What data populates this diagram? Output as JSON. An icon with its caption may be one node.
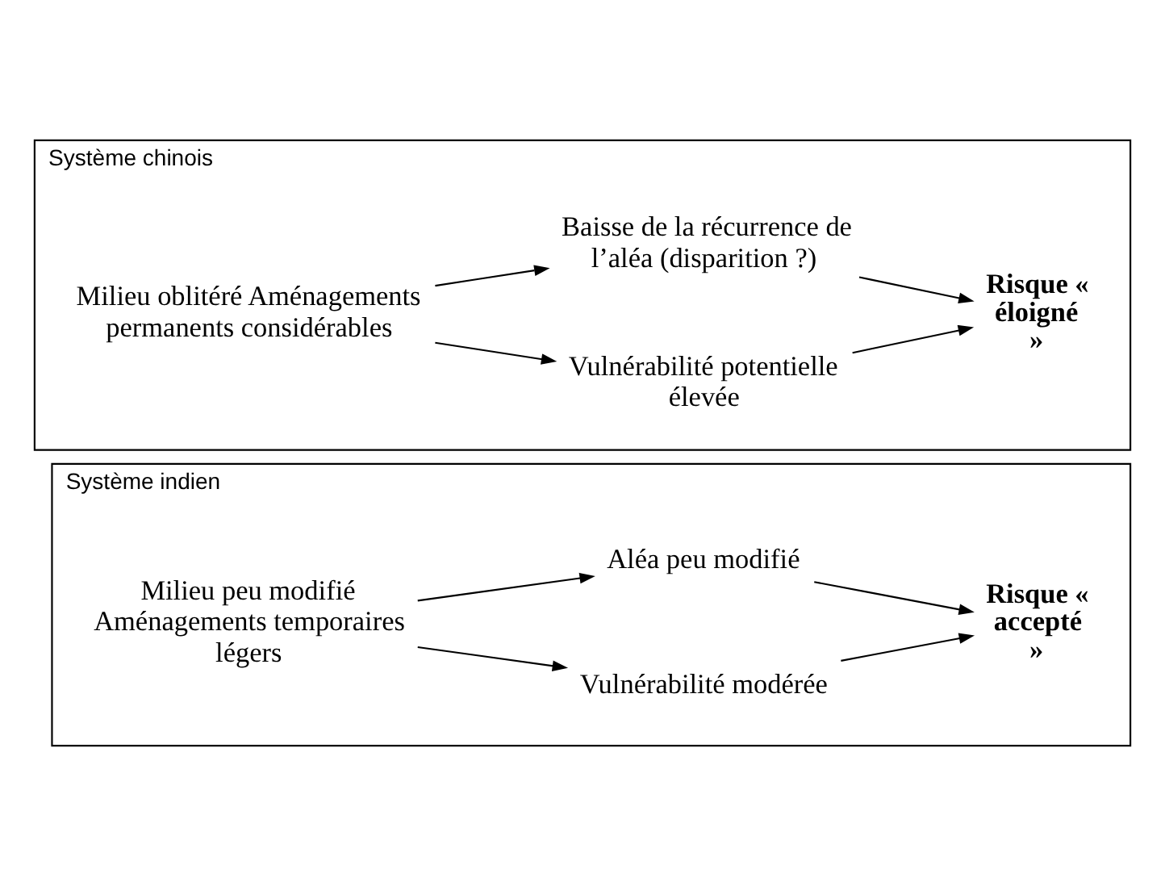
{
  "diagram": {
    "nodes": [
      {
        "text": [
          "Système indien"
        ]
      },
      {
        "text": [
          "Milieu peu modifié Aménagements temporaires légers"
        ],
        "in": 0
      },
      {
        "text": [
          "Vulnérabilité modérée"
        ],
        "in": 0
      },
      {
        "text": [
          "Aléa peu modifié"
        ],
        "in": 0
      },
      {
        "text": [
          "Risque « accepté »"
        ],
        "in": 0
      },
      {
        "text": [
          "Système chinois"
        ]
      },
      {
        "text": [
          "Milieu oblitéré Aménagements permanents considérables"
        ],
        "in": 5
      },
      {
        "text": [
          "Vulnérabilité potentielle élevée"
        ],
        "in": 5
      },
      {
        "text": [
          "Baisse de la récurrence de l’aléa (disparition ?)"
        ],
        "in": 5
      },
      {
        "text": [
          "Risque « éloigné »"
        ],
        "in": 5
      }
    ],
    "edges": [
      {
        "from": 1,
        "to": 2,
        "arrow": "to"
      },
      {
        "from": 1,
        "to": 3,
        "arrow": "to"
      },
      {
        "from": 2,
        "to": 4,
        "arrow": "to"
      },
      {
        "from": 3,
        "to": 4,
        "arrow": "to"
      },
      {
        "from": 6,
        "to": 7,
        "arrow": "to"
      },
      {
        "from": 6,
        "to": 8,
        "arrow": "to"
      },
      {
        "from": 7,
        "to": 9,
        "arrow": "to"
      },
      {
        "from": 8,
        "to": 9,
        "arrow": "to"
      }
    ]
  }
}
